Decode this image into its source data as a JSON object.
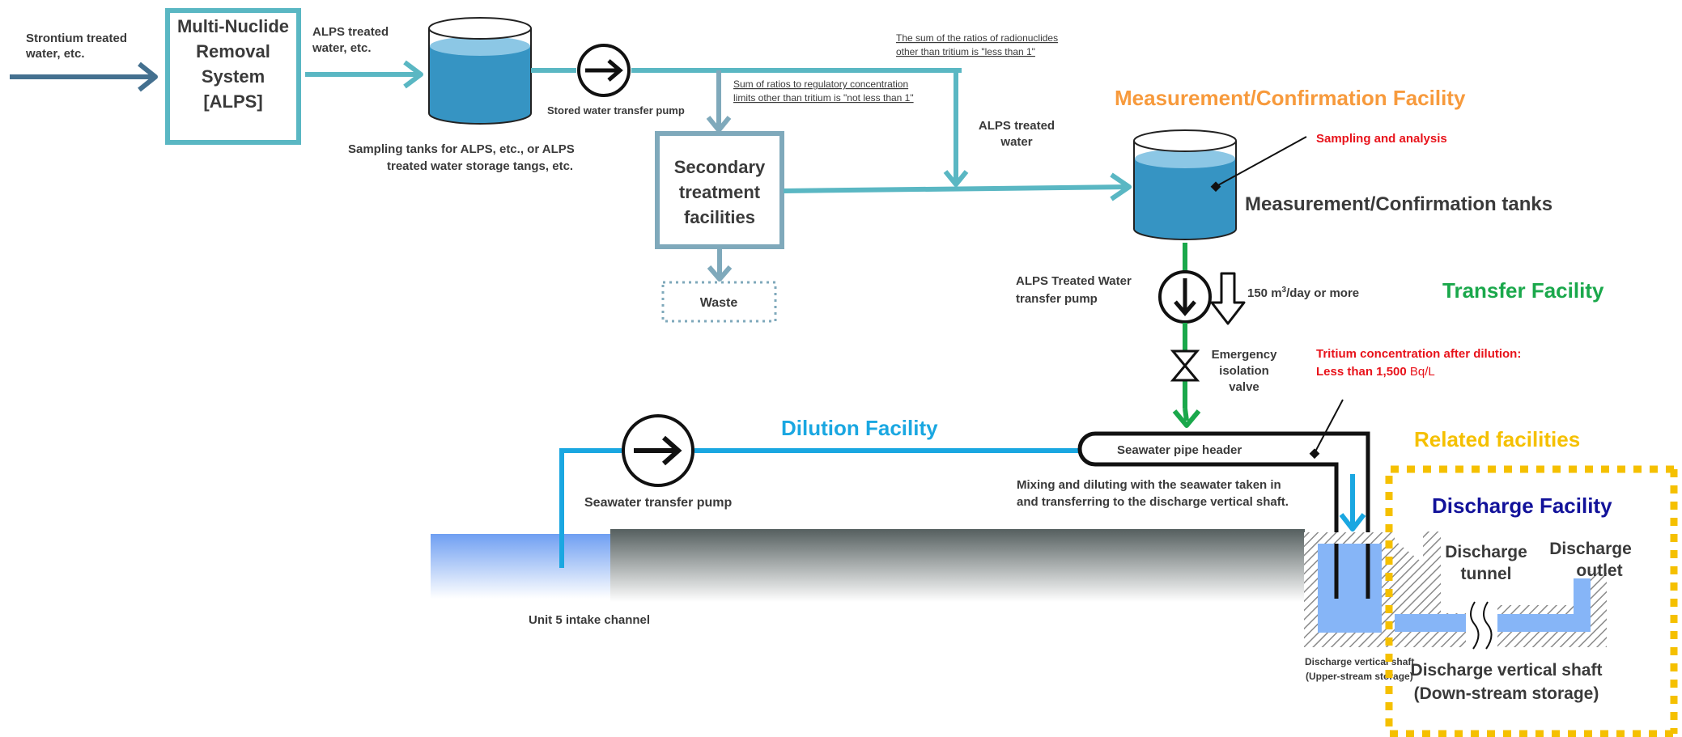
{
  "colors": {
    "inflow_arrow": "#44708f",
    "alps_line": "#5ab7c3",
    "secondary_box": "#7fa9bb",
    "transfer_green": "#1aa84b",
    "dilution_blue": "#1aa7e1",
    "orange": "#f79a3c",
    "yellow": "#f5c000",
    "red": "#e8131b",
    "navy": "#12129a",
    "green_title": "#1aa84b",
    "tank_water": "#3694c3",
    "storage_water": "#86b5f7",
    "text": "#3a3a3a"
  },
  "inflow": {
    "line1": "Strontium treated",
    "line2": "water, etc."
  },
  "alps_box": {
    "line1": "Multi-Nuclide",
    "line2": "Removal",
    "line3": "System",
    "line4": "[ALPS]"
  },
  "alps_out": {
    "line1": "ALPS treated",
    "line2": "water, etc."
  },
  "sampling_tanks": {
    "line1": "Sampling tanks for ALPS, etc., or ALPS",
    "line2": "treated water storage tangs, etc."
  },
  "stored_pump_label": "Stored water transfer pump",
  "note_less_than_1": {
    "line1": "The sum of the ratios of radionuclides",
    "line2": "other than tritium is \"less than 1\""
  },
  "note_not_less_than_1": {
    "line1": "Sum of ratios to regulatory concentration",
    "line2": "limits other than tritium is \"not less than 1\""
  },
  "alps_treated_water": {
    "line1": "ALPS treated",
    "line2": "water"
  },
  "secondary_box": {
    "line1": "Secondary",
    "line2": "treatment",
    "line3": "facilities"
  },
  "waste_label": "Waste",
  "measurement_title": "Measurement/Confirmation Facility",
  "sampling_analysis": "Sampling and analysis",
  "measurement_tanks": "Measurement/Confirmation tanks",
  "transfer_pump": {
    "line1": "ALPS Treated Water",
    "line2": "transfer pump"
  },
  "flow_rate": {
    "prefix": "150 m",
    "sup": "3",
    "suffix": "/day or more"
  },
  "transfer_title": "Transfer Facility",
  "isolation_valve": {
    "line1": "Emergency",
    "line2": "isolation",
    "line3": "valve"
  },
  "tritium_note": {
    "line1": "Tritium concentration after dilution:",
    "line2_bold": "Less than 1,500 ",
    "line2_unit": "Bq/L"
  },
  "dilution_title": "Dilution Facility",
  "pipe_header": "Seawater pipe header",
  "seawater_pump": "Seawater transfer pump",
  "mixing_note": {
    "line1": "Mixing and diluting with the seawater taken in",
    "line2": "and transferring to the discharge vertical shaft."
  },
  "related_title": "Related facilities",
  "discharge_facility": "Discharge Facility",
  "discharge_tunnel": {
    "line1": "Discharge",
    "line2": "tunnel"
  },
  "discharge_outlet": {
    "line1": "Discharge",
    "line2": "outlet"
  },
  "intake_channel": "Unit 5 intake channel",
  "upstream_shaft": {
    "line1": "Discharge vertical shaft",
    "line2": "(Upper-stream storage)"
  },
  "downstream_shaft": {
    "line1": "Discharge vertical shaft",
    "line2": "(Down-stream storage)"
  }
}
